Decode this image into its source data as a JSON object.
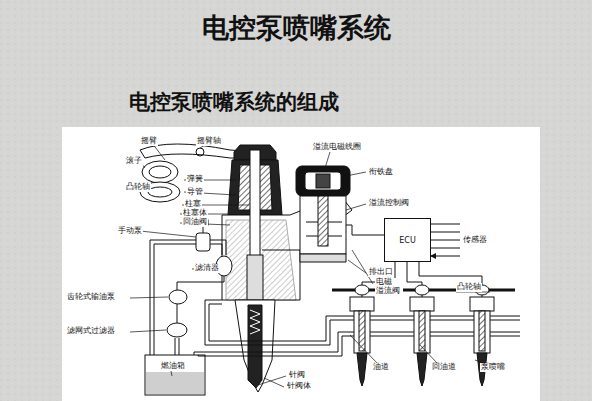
{
  "diagram": {
    "title": "电控泵喷嘴系统",
    "nodes": [
      {
        "text": [
          "ECU"
        ]
      }
    ],
    "labels": [
      "电控泵喷嘴系统的组成",
      "摇臂",
      "摇臂轴",
      "滚子",
      "弹簧",
      "凸轮轴",
      "导管",
      "柱塞",
      "柱塞体",
      "回油阀",
      "手动泵",
      "溢流电磁线圈",
      "衔铁盘",
      "溢流控制阀",
      "传感器",
      "滤清器",
      "排出口",
      "电磁 溢流阀",
      "凸轮轴",
      "齿轮式输油泵",
      "滤网式过滤器",
      "燃油箱",
      "针阀",
      "针阀体",
      "油道",
      "回油道",
      "泵喷嘴"
    ]
  }
}
